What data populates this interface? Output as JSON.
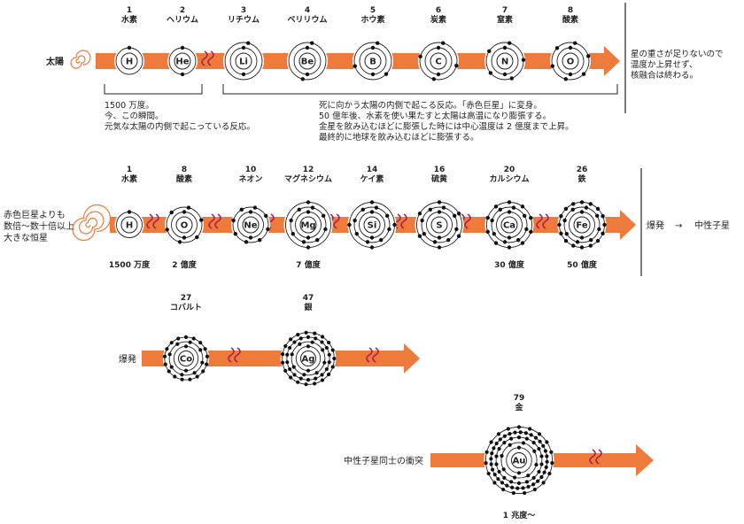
{
  "colors": {
    "arrow": "#ee7a3b",
    "wave": "#b01c4a",
    "ink": "#222222"
  },
  "rows": [
    {
      "start": {
        "label_lines": [
          "太陽"
        ]
      },
      "elements": [
        {
          "number": "1",
          "name": "水素",
          "symbol": "H",
          "electrons": 1
        },
        {
          "number": "2",
          "name": "ヘリウム",
          "symbol": "He",
          "electrons": 2
        },
        {
          "number": "3",
          "name": "リチウム",
          "symbol": "Li",
          "electrons": 3
        },
        {
          "number": "4",
          "name": "ベリリウム",
          "symbol": "Be",
          "electrons": 4
        },
        {
          "number": "5",
          "name": "ホウ素",
          "symbol": "B",
          "electrons": 5
        },
        {
          "number": "6",
          "name": "炭素",
          "symbol": "C",
          "electrons": 6
        },
        {
          "number": "7",
          "name": "窒素",
          "symbol": "N",
          "electrons": 7
        },
        {
          "number": "8",
          "name": "酸素",
          "symbol": "O",
          "electrons": 8
        }
      ],
      "end_lines": [
        "星の重さが足りないので",
        "温度か上昇せず、",
        "核融合は終わる。"
      ],
      "note_left": [
        "1500 万度。",
        "今、この瞬間。",
        "元気な太陽の内側で起こっている反応。"
      ],
      "note_right": [
        "死に向かう太陽の内側で起こる反応。「赤色巨星」に変身。",
        "50 億年後、水素を使い果たすと太陽は高温になり膨張する。",
        "金星を飲み込むほどに膨張した時には中心温度は 2 億度まで上昇。",
        "最終的に地球を飲み込むほどに膨張する。"
      ]
    },
    {
      "start": {
        "label_lines": [
          "赤色巨星よりも",
          "数倍～数十倍以上",
          "大きな恒星"
        ]
      },
      "elements": [
        {
          "number": "1",
          "name": "水素",
          "symbol": "H",
          "electrons": 1,
          "temp": "1500 万度"
        },
        {
          "number": "8",
          "name": "酸素",
          "symbol": "O",
          "electrons": 8,
          "temp": "2 億度"
        },
        {
          "number": "10",
          "name": "ネオン",
          "symbol": "Ne",
          "electrons": 10,
          "temp": ""
        },
        {
          "number": "12",
          "name": "マグネシウム",
          "symbol": "Mg",
          "electrons": 12,
          "temp": "7 億度"
        },
        {
          "number": "14",
          "name": "ケイ素",
          "symbol": "Si",
          "electrons": 14,
          "temp": ""
        },
        {
          "number": "16",
          "name": "硫黄",
          "symbol": "S",
          "electrons": 16,
          "temp": ""
        },
        {
          "number": "20",
          "name": "カルシウム",
          "symbol": "Ca",
          "electrons": 20,
          "temp": "30 億度"
        },
        {
          "number": "26",
          "name": "鉄",
          "symbol": "Fe",
          "electrons": 26,
          "temp": "50 億度"
        }
      ],
      "end_left": "爆発",
      "end_arrow": "→",
      "end_right": "中性子星"
    },
    {
      "start": {
        "label_lines": [
          "爆発"
        ]
      },
      "elements": [
        {
          "number": "27",
          "name": "コバルト",
          "symbol": "Co",
          "electrons": 27
        },
        {
          "number": "47",
          "name": "銀",
          "symbol": "Ag",
          "electrons": 47
        }
      ]
    },
    {
      "start": {
        "label_lines": [
          "中性子星同士の衝突"
        ]
      },
      "elements": [
        {
          "number": "79",
          "name": "金",
          "symbol": "Au",
          "electrons": 79,
          "temp": "1 兆度～"
        }
      ]
    }
  ]
}
